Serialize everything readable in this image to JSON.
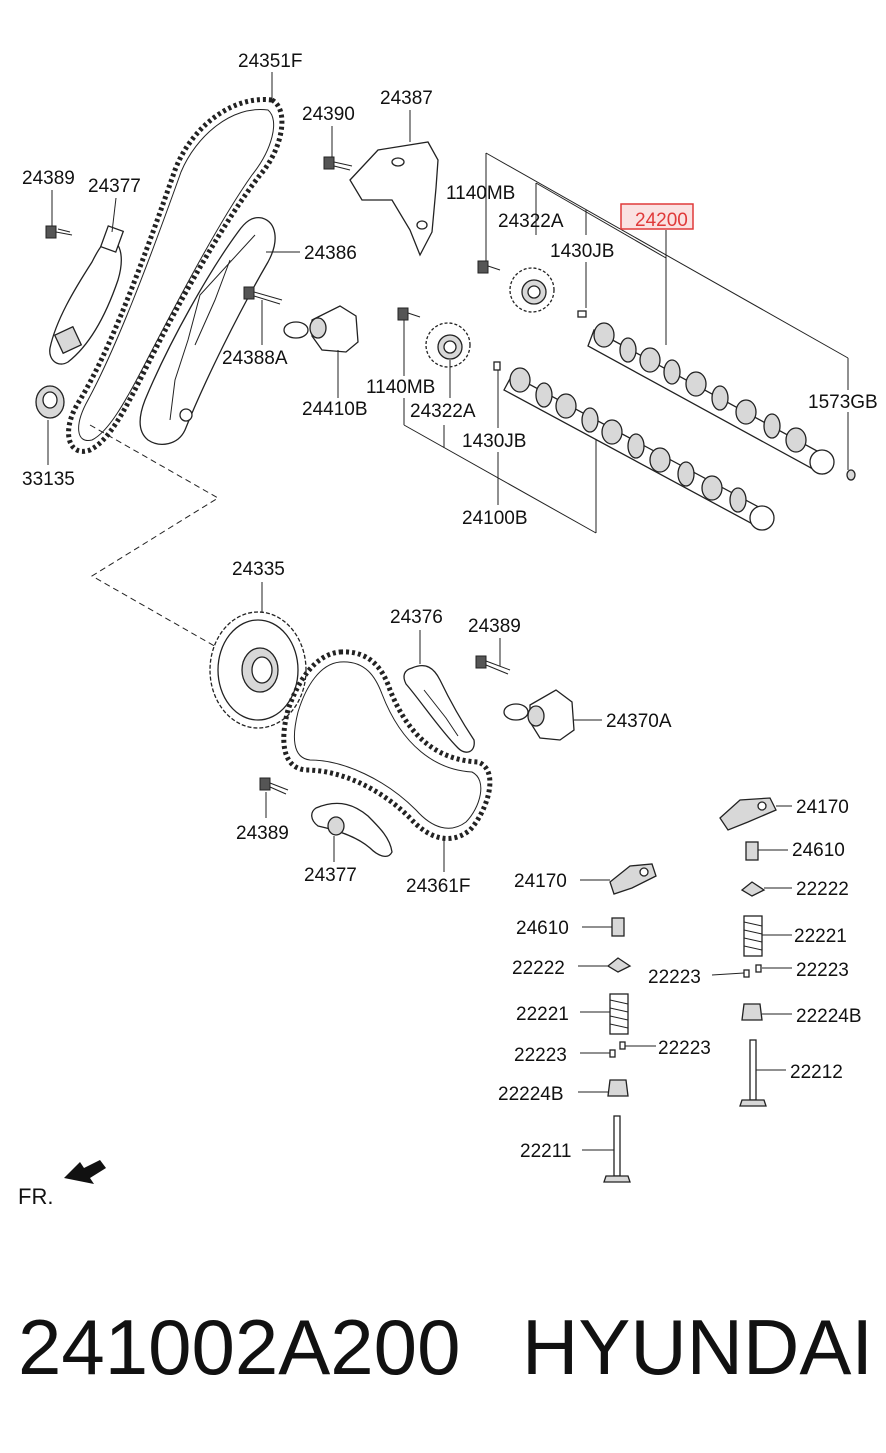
{
  "diagram": {
    "labels": {
      "l24351F": "24351F",
      "l24390": "24390",
      "l24387": "24387",
      "l24389a": "24389",
      "l24377a": "24377",
      "l1140MBa": "1140MB",
      "l24322Aa": "24322A",
      "l24200": "24200",
      "l1430JBa": "1430JB",
      "l24386": "24386",
      "l24388A": "24388A",
      "l1140MBb": "1140MB",
      "l24410B": "24410B",
      "l24322Ab": "24322A",
      "l1573GB": "1573GB",
      "l33135": "33135",
      "l1430JBb": "1430JB",
      "l24100B": "24100B",
      "l24335": "24335",
      "l24376": "24376",
      "l24389b": "24389",
      "l24370A": "24370A",
      "l24389c": "24389",
      "l24377b": "24377",
      "l24361F": "24361F",
      "l24170a": "24170",
      "l24610a": "24610",
      "l22222a": "22222",
      "l24170b": "24170",
      "l22221a": "22221",
      "l24610b": "24610",
      "l22222b": "22222",
      "l22223a": "22223",
      "l22223b": "22223",
      "l22221b": "22221",
      "l22224Ba": "22224B",
      "l22223c": "22223",
      "l22223d": "22223",
      "l22212": "22212",
      "l22224Bb": "22224B",
      "l22211": "22211",
      "fr": "FR."
    },
    "highlight_color": "#e03a3a"
  },
  "footer": {
    "part_number": "241002A200",
    "brand": "HYUNDAI"
  }
}
